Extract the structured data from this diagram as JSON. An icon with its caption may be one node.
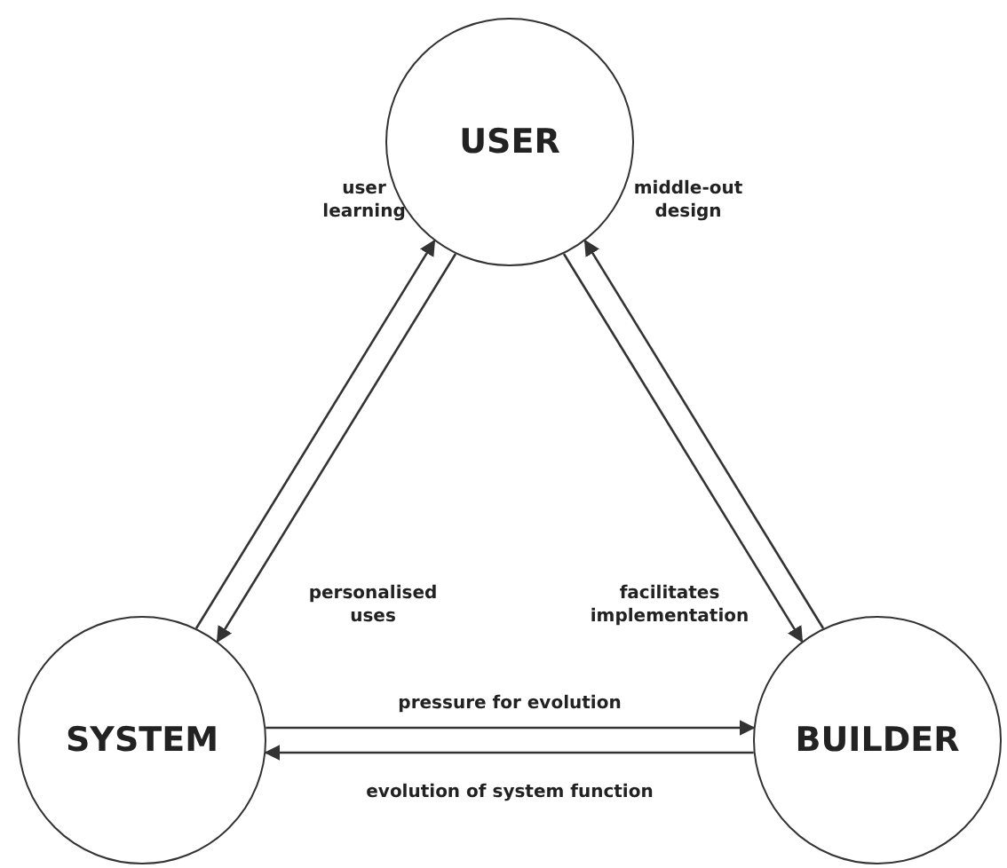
{
  "diagram": {
    "nodes": [
      {
        "text": [
          "USER"
        ]
      },
      {
        "text": [
          "SYSTEM"
        ]
      },
      {
        "text": [
          "BUILDER"
        ]
      }
    ],
    "edges": [
      {
        "from": 1,
        "to": 0,
        "arrow": "to",
        "label": "user learning"
      },
      {
        "from": 0,
        "to": 1,
        "arrow": "to",
        "label": "personalised uses"
      },
      {
        "from": 2,
        "to": 0,
        "arrow": "to",
        "label": "middle-out design"
      },
      {
        "from": 0,
        "to": 2,
        "arrow": "to",
        "label": "facilitates implementation"
      },
      {
        "from": 1,
        "to": 2,
        "arrow": "to",
        "label": "pressure for evolution"
      },
      {
        "from": 2,
        "to": 1,
        "arrow": "to",
        "label": "evolution of system function"
      }
    ]
  }
}
